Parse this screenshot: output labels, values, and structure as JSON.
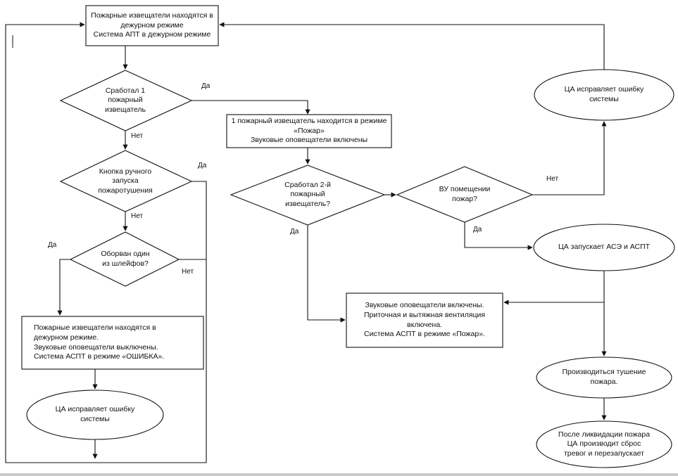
{
  "colors": {
    "line": "#111111",
    "node_fill": "#ffffff",
    "background": "#ffffff"
  },
  "edge_labels": {
    "yes": "Да",
    "no": "Нет"
  },
  "nodes": {
    "standby": {
      "type": "process",
      "text": "Пожарные извещатели находятся в\nдежурном режиме\nСистема АПТ в дежурном режиме"
    },
    "first_detector": {
      "type": "decision",
      "text": "Сработал 1\nпожарный\nизвещатель"
    },
    "one_detector_fire": {
      "type": "process",
      "text": "1 пожарный извещатель находится в режиме\n«Пожар»\nЗвуковые оповещатели включены"
    },
    "manual_button": {
      "type": "decision",
      "text": "Кнопка ручного\nзапуска\nпожаротушения"
    },
    "second_detector": {
      "type": "decision",
      "text": "Сработал 2-й\nпожарный\nизвещатель?"
    },
    "room_fire": {
      "type": "decision",
      "text": "ВУ помещении\nпожар?"
    },
    "ca_fixes_top": {
      "type": "terminal",
      "text": "ЦА исправляет ошибку\nсистемы"
    },
    "ca_starts": {
      "type": "terminal",
      "text": "ЦА запускает АСЭ и АСПТ"
    },
    "loop_broken": {
      "type": "decision",
      "text": "Оборван один\nиз шлейфов?"
    },
    "error_mode": {
      "type": "process",
      "text": "Пожарные извещатели находятся в\nдежурном режиме.\nЗвуковые оповещатели выключены.\nСистема АСПТ в режиме «ОШИБКА»."
    },
    "ca_fixes_bottom": {
      "type": "terminal",
      "text": "ЦА исправляет ошибку\nсистемы"
    },
    "fire_mode": {
      "type": "process",
      "text": "Звуковые оповещатели включены.\nПриточная и вытяжная вентиляция\nвключена.\nСистема АСПТ в режиме «Пожар»."
    },
    "extinguishing": {
      "type": "terminal",
      "text": "Производиться тушение\nпожара."
    },
    "reset_restart": {
      "type": "terminal",
      "text": "После ликвидации пожара\nЦА производит сброс\nтревог и перезапускает"
    }
  },
  "edges": [
    {
      "from": "standby",
      "to": "first_detector",
      "label": ""
    },
    {
      "from": "first_detector",
      "to": "one_detector_fire",
      "label": "Да"
    },
    {
      "from": "first_detector",
      "to": "manual_button",
      "label": "Нет"
    },
    {
      "from": "one_detector_fire",
      "to": "second_detector",
      "label": ""
    },
    {
      "from": "second_detector",
      "to": "room_fire",
      "label": ""
    },
    {
      "from": "second_detector",
      "to": "fire_mode",
      "label": "Да"
    },
    {
      "from": "room_fire",
      "to": "ca_fixes_top",
      "label": "Нет"
    },
    {
      "from": "room_fire",
      "to": "ca_starts",
      "label": "Да"
    },
    {
      "from": "ca_fixes_top",
      "to": "standby",
      "label": ""
    },
    {
      "from": "ca_starts",
      "to": "fire_mode",
      "label": ""
    },
    {
      "from": "ca_starts",
      "to": "extinguishing",
      "label": ""
    },
    {
      "from": "extinguishing",
      "to": "reset_restart",
      "label": ""
    },
    {
      "from": "manual_button",
      "to": "loop_broken",
      "label": "Нет"
    },
    {
      "from": "manual_button",
      "to": "standby",
      "label": "Да"
    },
    {
      "from": "loop_broken",
      "to": "error_mode",
      "label": "Да"
    },
    {
      "from": "loop_broken",
      "to": "standby",
      "label": "Нет"
    },
    {
      "from": "error_mode",
      "to": "ca_fixes_bottom",
      "label": ""
    },
    {
      "from": "ca_fixes_bottom",
      "to": "standby",
      "label": ""
    }
  ]
}
